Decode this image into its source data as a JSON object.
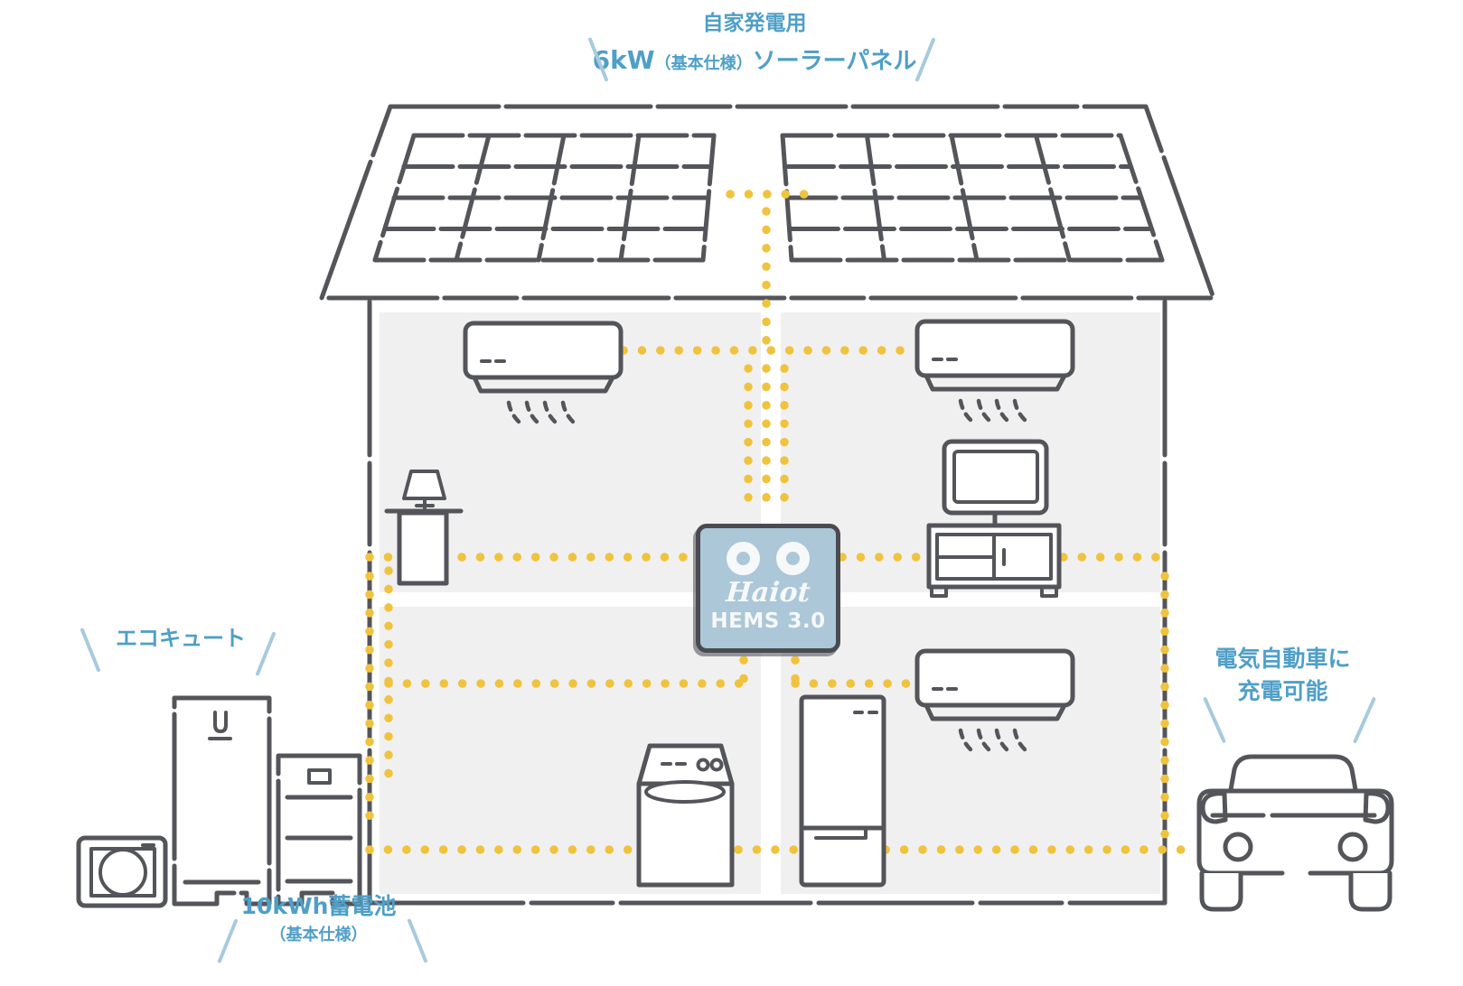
{
  "labels": {
    "solar": {
      "line1": "自家発電用",
      "line2_kw": "6kW",
      "line2_paren": "（基本仕様）",
      "line2_suffix": "ソーラーパネル"
    },
    "ecocute": {
      "text": "エコキュート"
    },
    "battery": {
      "line1": "10kWh蓄電池",
      "line2": "（基本仕様）"
    },
    "ev": {
      "line1": "電気自動車に",
      "line2": "充電可能"
    }
  },
  "hems": {
    "brand": "Haiot",
    "model": "HEMS 3.0"
  },
  "equipment": [
    {
      "name": "solar-panel-array-left"
    },
    {
      "name": "solar-panel-array-right"
    },
    {
      "name": "air-conditioner-upper-left"
    },
    {
      "name": "air-conditioner-upper-right"
    },
    {
      "name": "air-conditioner-lower-right"
    },
    {
      "name": "table-lamp"
    },
    {
      "name": "television-with-stand"
    },
    {
      "name": "washing-machine"
    },
    {
      "name": "refrigerator"
    },
    {
      "name": "ecocute-heat-pump"
    },
    {
      "name": "ecocute-water-tank"
    },
    {
      "name": "storage-battery"
    },
    {
      "name": "electric-car"
    },
    {
      "name": "hems-controller"
    }
  ],
  "colors": {
    "accent_blue": "#4f9fc7",
    "slash_blue": "#a7cbdd",
    "line_dark": "#54555a",
    "dot_yellow": "#f0c33f",
    "hems_fill": "#abc7d8",
    "hems_border": "#4a4b50",
    "room_gray": "#f0f0f1"
  }
}
